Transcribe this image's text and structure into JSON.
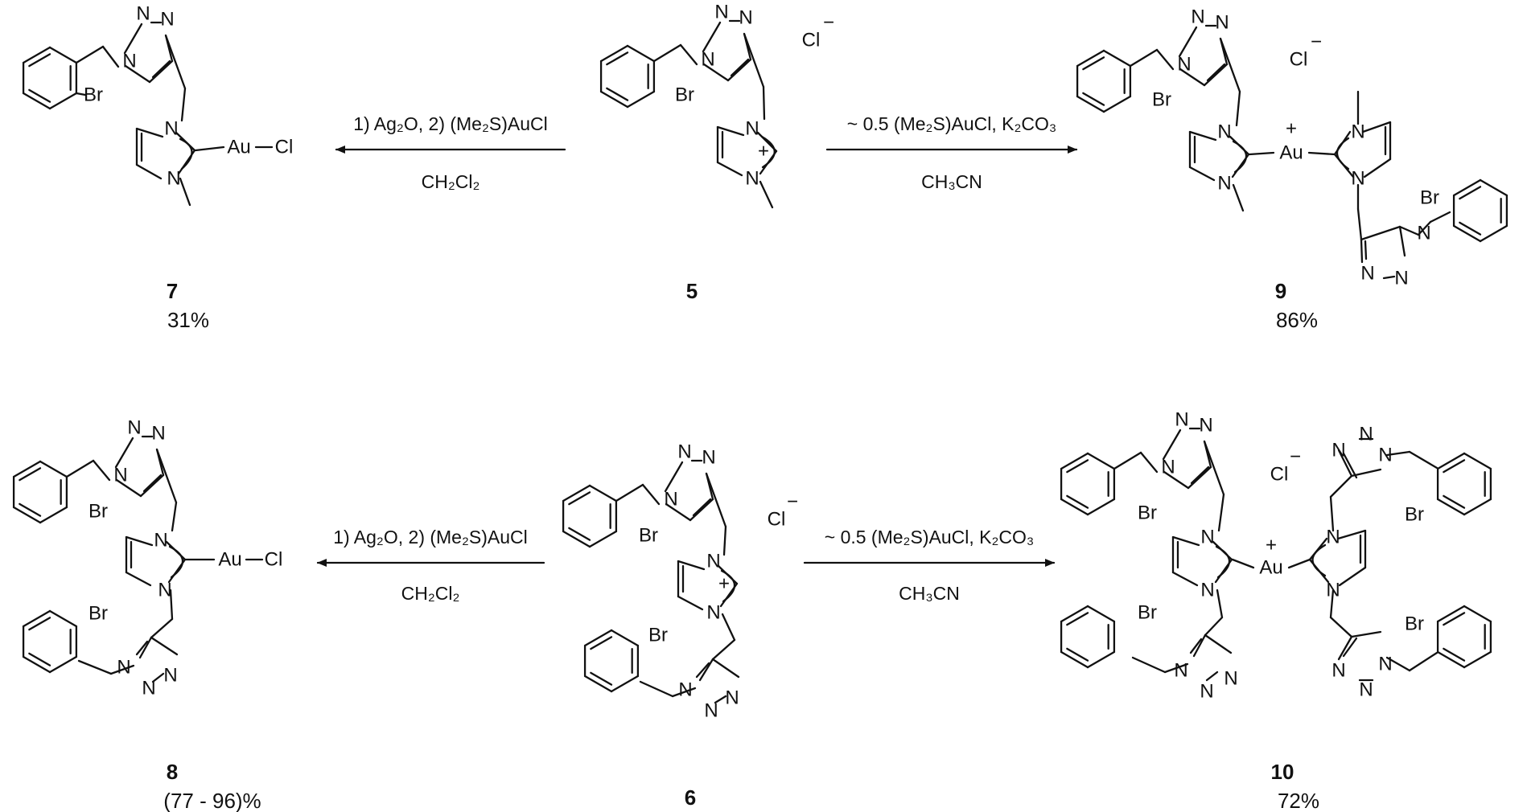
{
  "atoms": {
    "n": "N",
    "br": "Br",
    "au": "Au",
    "cl": "Cl",
    "plus": "+",
    "minus": "−"
  },
  "counter_ion": {
    "cl": "Cl",
    "charge": "−"
  },
  "reactions": [
    {
      "reagents": "1) Ag₂O, 2) (Me₂S)AuCl",
      "solvent": "CH₂Cl₂",
      "direction": "left"
    },
    {
      "reagents": "~ 0.5 (Me₂S)AuCl, K₂CO₃",
      "solvent": "CH₃CN",
      "direction": "right"
    },
    {
      "reagents": "1) Ag₂O, 2) (Me₂S)AuCl",
      "solvent": "CH₂Cl₂",
      "direction": "left"
    },
    {
      "reagents": "~ 0.5 (Me₂S)AuCl, K₂CO₃",
      "solvent": "CH₃CN",
      "direction": "right"
    }
  ],
  "compounds": [
    {
      "id": "7",
      "yield": "31%"
    },
    {
      "id": "5",
      "yield": ""
    },
    {
      "id": "9",
      "yield": "86%"
    },
    {
      "id": "8",
      "yield": "(77 - 96)%"
    },
    {
      "id": "6",
      "yield": ""
    },
    {
      "id": "10",
      "yield": "72%"
    }
  ]
}
